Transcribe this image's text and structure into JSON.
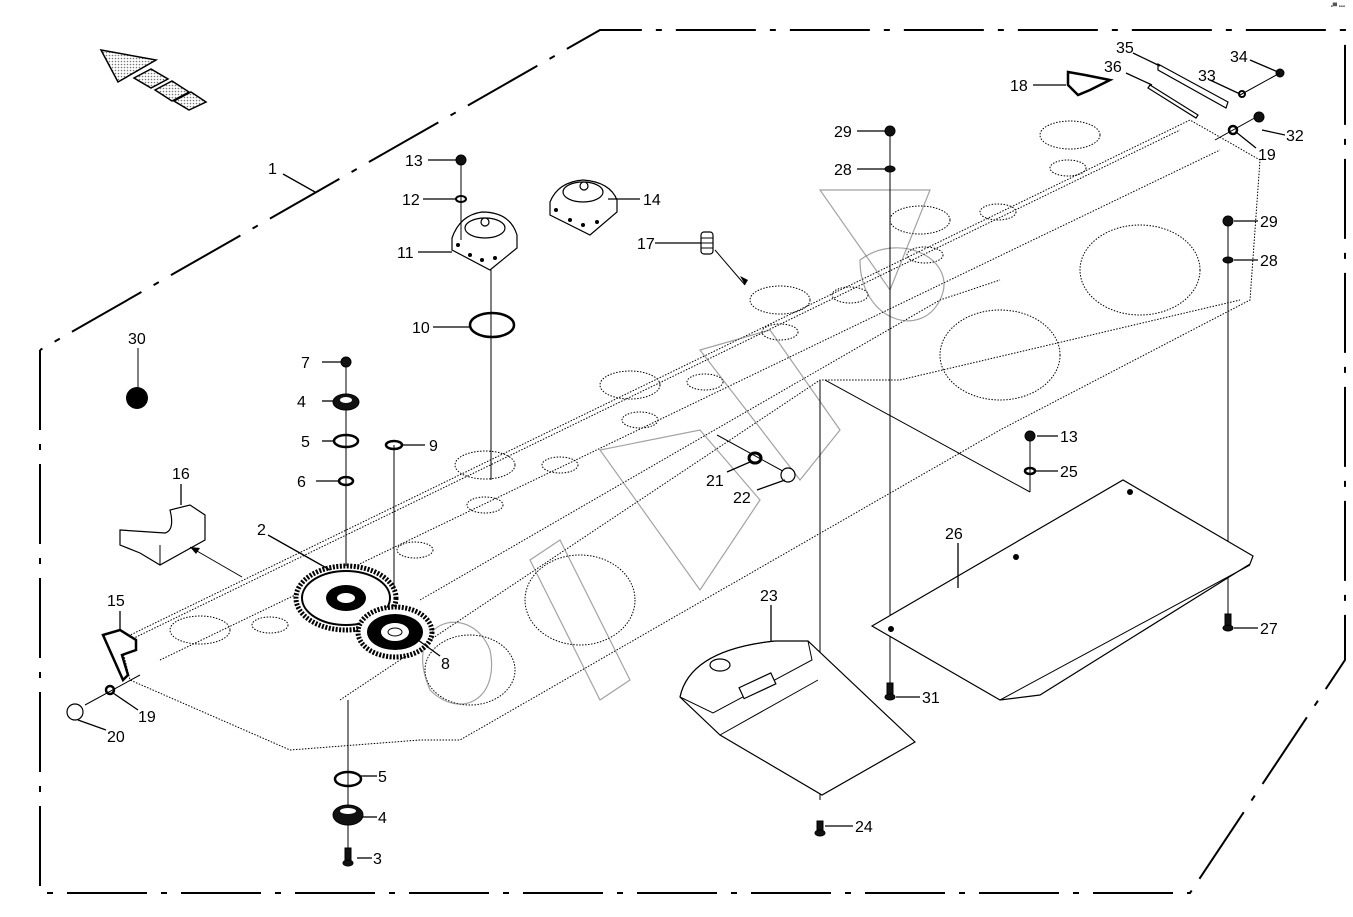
{
  "diagram": {
    "title": "Exploded parts diagram - gearbox cutter bar assembly",
    "corner_mark": "▪▀ ▪▪▪",
    "direction_arrow": "travel-direction-arrow",
    "watermark": "outlined logo watermark",
    "callouts": [
      {
        "id": "c1",
        "label": "1",
        "part": "frame / cutter bar housing"
      },
      {
        "id": "c2",
        "label": "2",
        "part": "large gear"
      },
      {
        "id": "c3",
        "label": "3",
        "part": "bolt (lower)"
      },
      {
        "id": "c4a",
        "label": "4",
        "part": "bearing cap (upper)"
      },
      {
        "id": "c4b",
        "label": "4",
        "part": "bearing cap (lower)"
      },
      {
        "id": "c5a",
        "label": "5",
        "part": "o-ring (upper)"
      },
      {
        "id": "c5b",
        "label": "5",
        "part": "o-ring (lower)"
      },
      {
        "id": "c6",
        "label": "6",
        "part": "small o-ring"
      },
      {
        "id": "c7",
        "label": "7",
        "part": "nut"
      },
      {
        "id": "c8",
        "label": "8",
        "part": "small gear"
      },
      {
        "id": "c9",
        "label": "9",
        "part": "o-ring"
      },
      {
        "id": "c10",
        "label": "10",
        "part": "large o-ring"
      },
      {
        "id": "c11",
        "label": "11",
        "part": "disc hub"
      },
      {
        "id": "c12",
        "label": "12",
        "part": "washer"
      },
      {
        "id": "c13a",
        "label": "13",
        "part": "nut (upper)"
      },
      {
        "id": "c13b",
        "label": "13",
        "part": "nut (right)"
      },
      {
        "id": "c14",
        "label": "14",
        "part": "disc hub"
      },
      {
        "id": "c15",
        "label": "15",
        "part": "end bracket"
      },
      {
        "id": "c16",
        "label": "16",
        "part": "skid shoe"
      },
      {
        "id": "c17",
        "label": "17",
        "part": "stud"
      },
      {
        "id": "c18",
        "label": "18",
        "part": "end bracket"
      },
      {
        "id": "c19a",
        "label": "19",
        "part": "seal ring (left)"
      },
      {
        "id": "c19b",
        "label": "19",
        "part": "seal ring (right)"
      },
      {
        "id": "c20",
        "label": "20",
        "part": "plug"
      },
      {
        "id": "c21",
        "label": "21",
        "part": "seal ring"
      },
      {
        "id": "c22",
        "label": "22",
        "part": "plug"
      },
      {
        "id": "c23",
        "label": "23",
        "part": "skid plate"
      },
      {
        "id": "c24",
        "label": "24",
        "part": "bolt"
      },
      {
        "id": "c25",
        "label": "25",
        "part": "washer"
      },
      {
        "id": "c26",
        "label": "26",
        "part": "wear plate"
      },
      {
        "id": "c27",
        "label": "27",
        "part": "bolt"
      },
      {
        "id": "c28a",
        "label": "28",
        "part": "washer (left)"
      },
      {
        "id": "c28b",
        "label": "28",
        "part": "washer (right)"
      },
      {
        "id": "c29a",
        "label": "29",
        "part": "nut (left)"
      },
      {
        "id": "c29b",
        "label": "29",
        "part": "nut (right)"
      },
      {
        "id": "c30",
        "label": "30",
        "part": "oil / grease"
      },
      {
        "id": "c31",
        "label": "31",
        "part": "bolt"
      },
      {
        "id": "c32",
        "label": "32",
        "part": "plug"
      },
      {
        "id": "c33",
        "label": "33",
        "part": "seal ring"
      },
      {
        "id": "c34",
        "label": "34",
        "part": "bolt"
      },
      {
        "id": "c35",
        "label": "35",
        "part": "dipstick"
      },
      {
        "id": "c36",
        "label": "36",
        "part": "gauge strip"
      }
    ]
  }
}
